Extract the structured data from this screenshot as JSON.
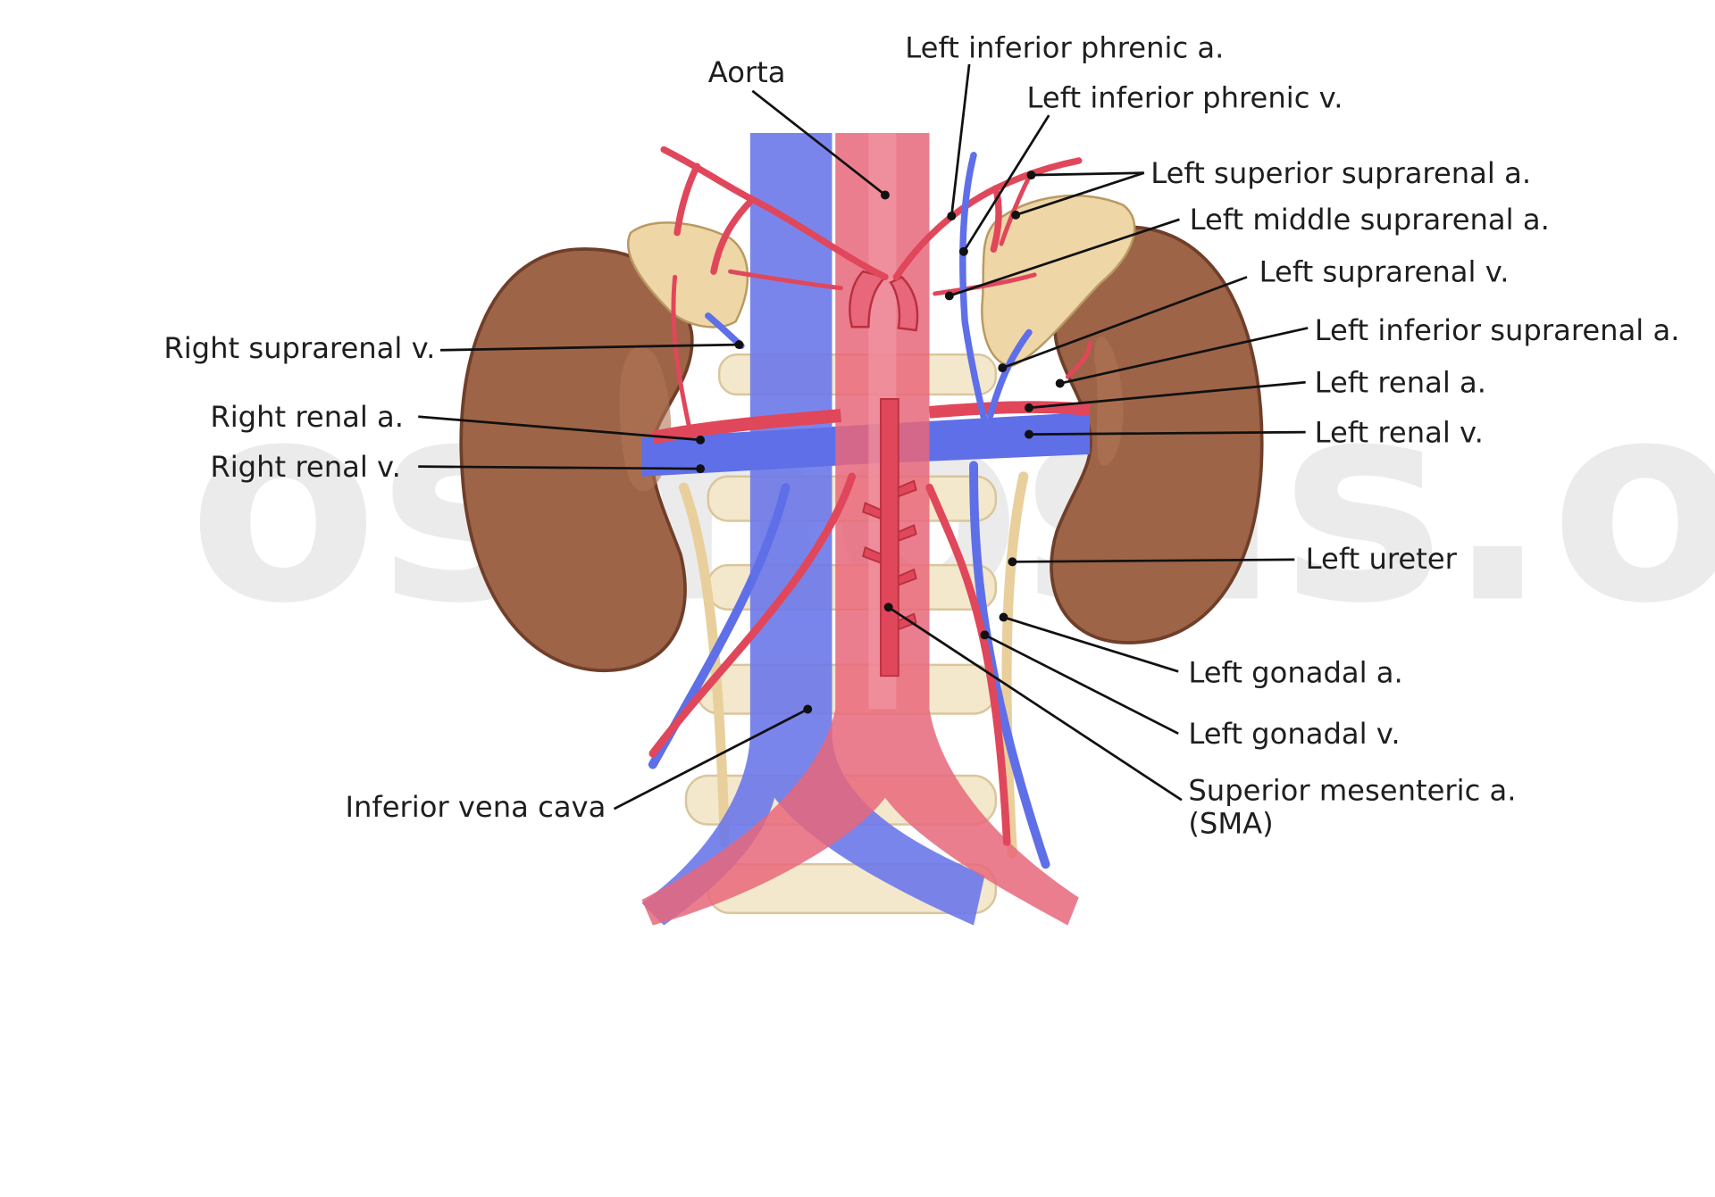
{
  "diagram": {
    "title": "",
    "watermark": "osmosis.org",
    "colors": {
      "artery": "#e0475b",
      "vein": "#5f6fe8",
      "kidney": "#a0664a",
      "adrenal": "#efd6a6",
      "ureter": "#e9cf9c",
      "spine": "#f2e6c9",
      "leader": "#111111"
    },
    "labels": {
      "aorta": "Aorta",
      "left_inferior_phrenic_a": "Left inferior phrenic a.",
      "left_inferior_phrenic_v": "Left inferior phrenic v.",
      "left_superior_suprarenal_a": "Left superior suprarenal a.",
      "left_middle_suprarenal_a": "Left middle suprarenal a.",
      "left_suprarenal_v": "Left suprarenal v.",
      "left_inferior_suprarenal_a": "Left inferior suprarenal a.",
      "left_renal_a": "Left renal a.",
      "left_renal_v": "Left renal v.",
      "left_ureter": "Left ureter",
      "left_gonadal_a": "Left gonadal a.",
      "left_gonadal_v": "Left gonadal v.",
      "superior_mesenteric_a_line1": "Superior mesenteric a.",
      "superior_mesenteric_a_line2": "(SMA)",
      "right_suprarenal_v": "Right suprarenal v.",
      "right_renal_a": "Right renal a.",
      "right_renal_v": "Right renal v.",
      "inferior_vena_cava": "Inferior vena cava"
    }
  }
}
